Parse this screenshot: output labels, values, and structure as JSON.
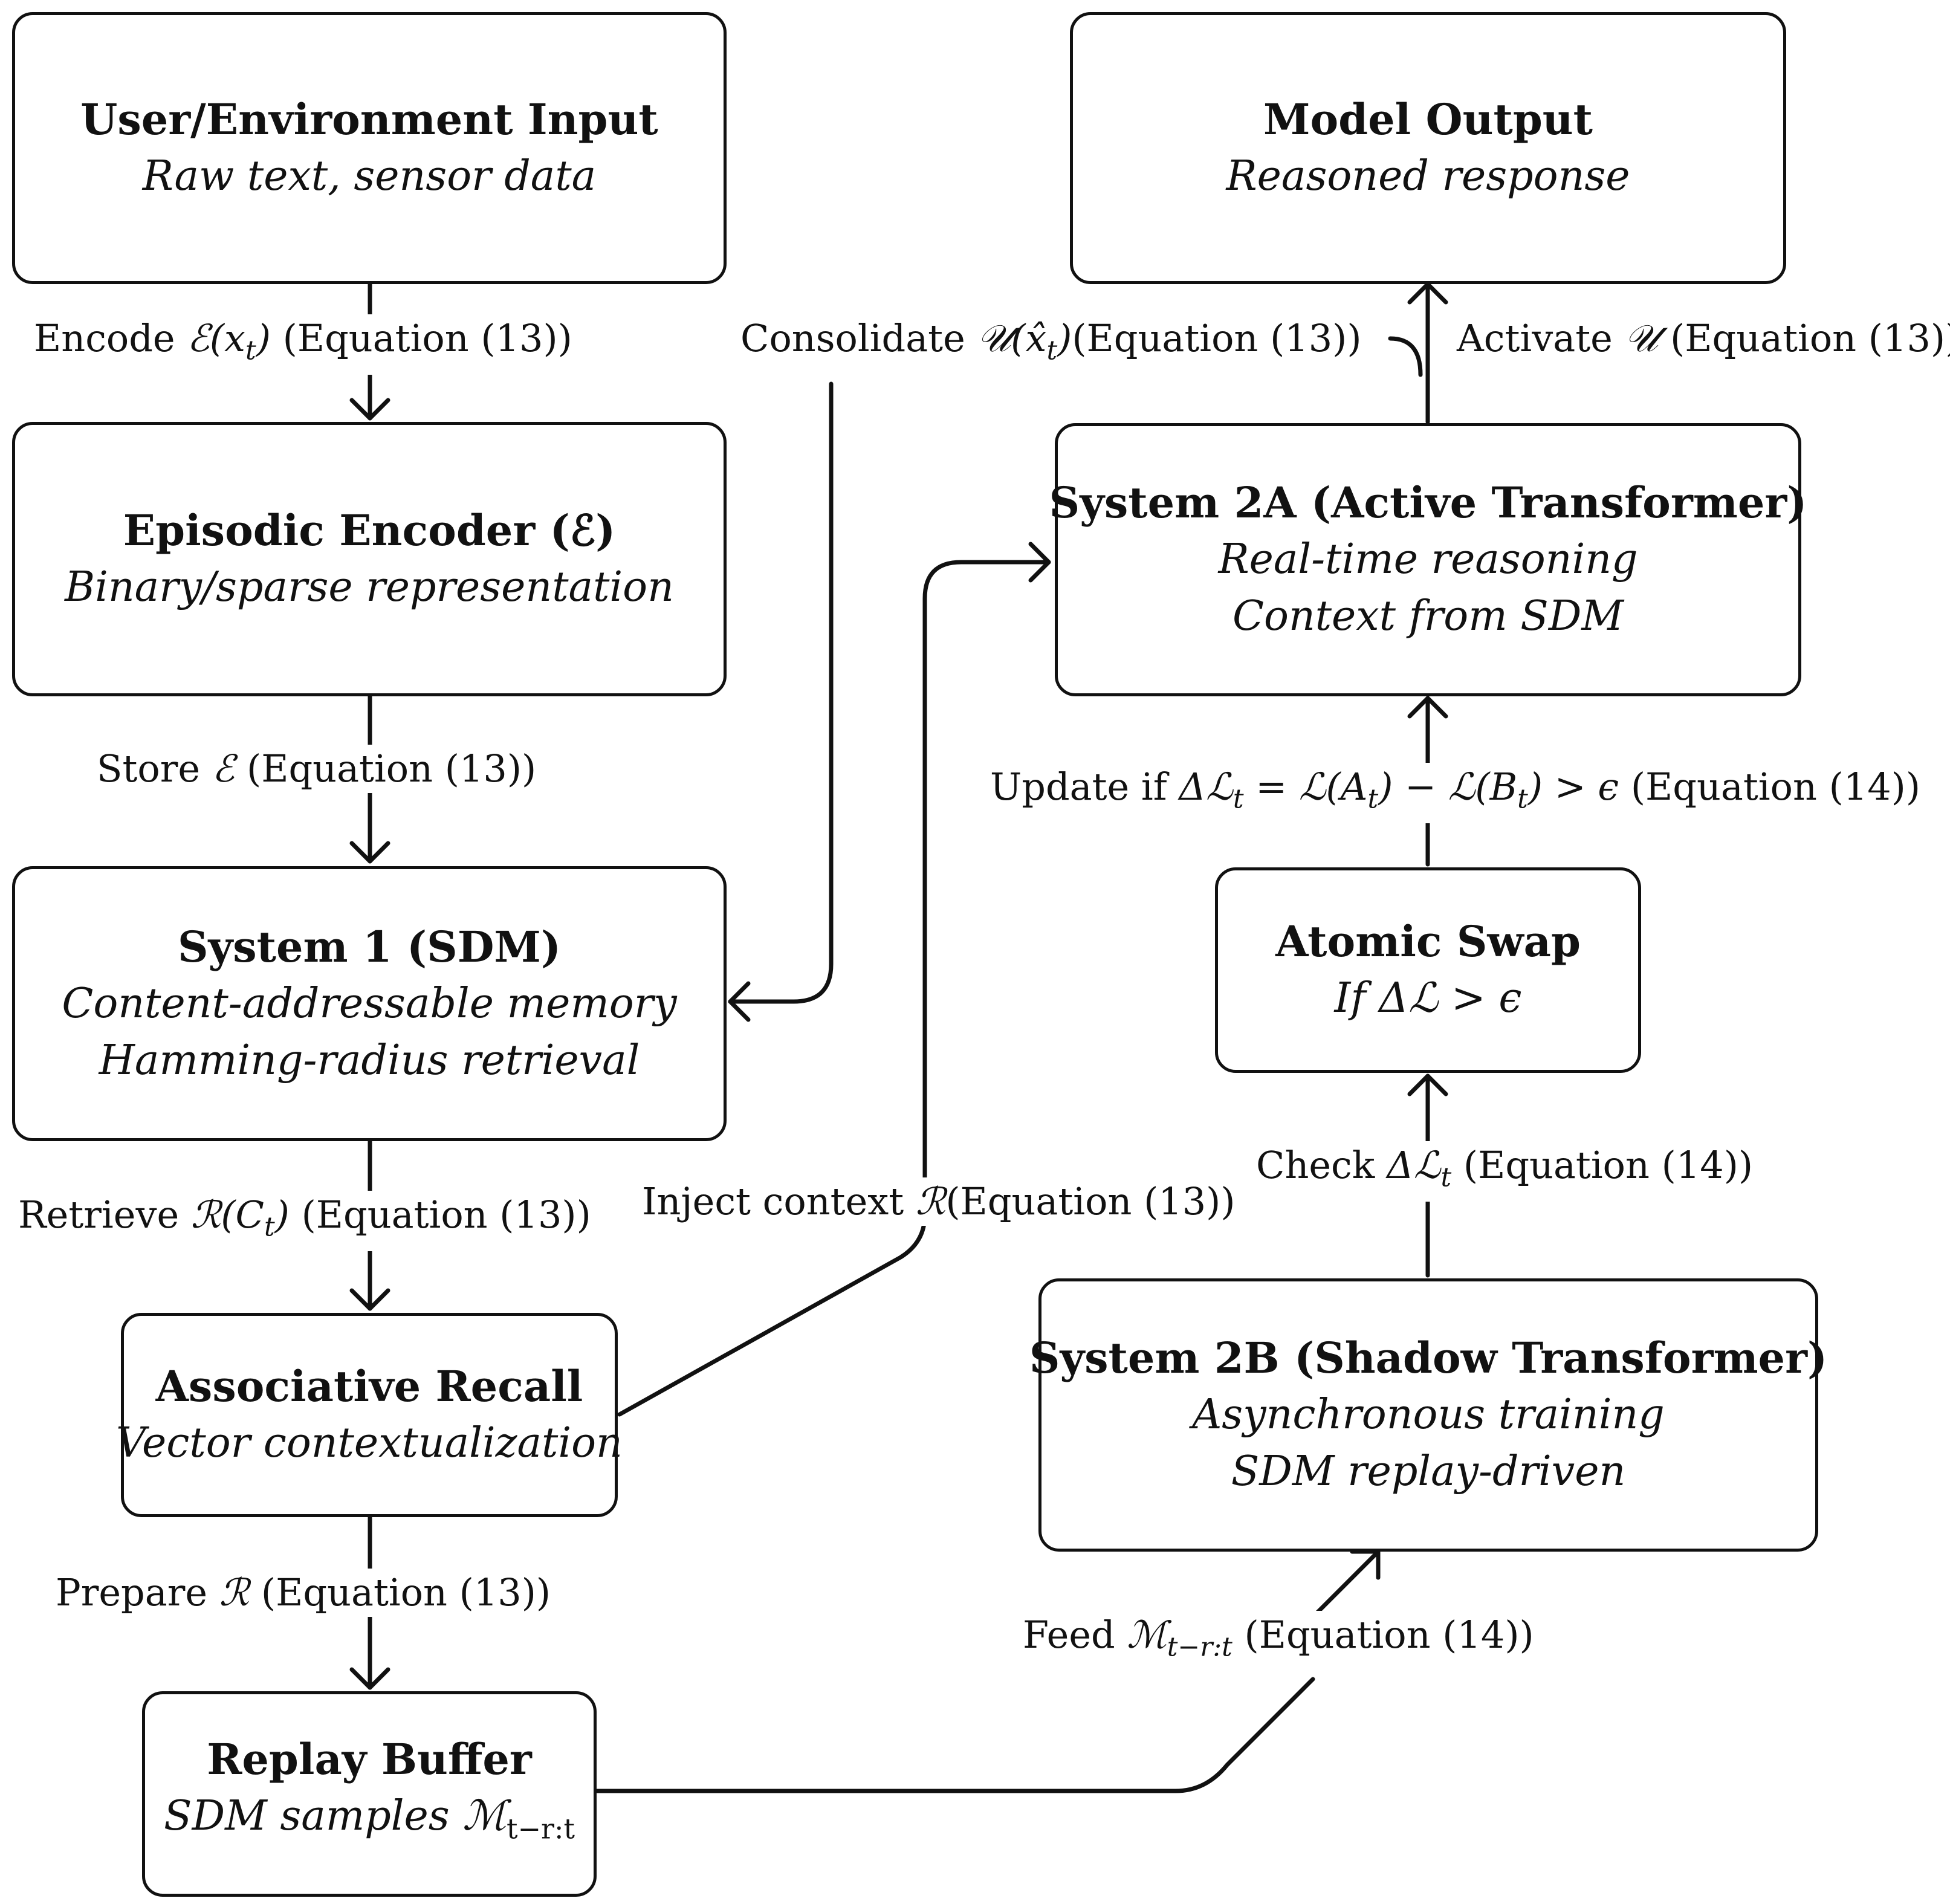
{
  "nodes": {
    "input": {
      "title": "User/Environment Input",
      "sub1": "Raw text, sensor data"
    },
    "encoder": {
      "title": "Episodic Encoder (ℰ)",
      "sub1": "Binary/sparse representation"
    },
    "sdm": {
      "title": "System 1 (SDM)",
      "sub1": "Content-addressable memory",
      "sub2": "Hamming-radius retrieval"
    },
    "recall": {
      "title": "Associative Recall",
      "sub1": "Vector contextualization"
    },
    "replay": {
      "title": "Replay Buffer",
      "sub1": "SDM samples ℳ",
      "sub1_sub": "t−r:t"
    },
    "output": {
      "title": "Model Output",
      "sub1": "Reasoned response"
    },
    "active": {
      "title": "System 2A (Active Transformer)",
      "sub1": "Real-time reasoning",
      "sub2": "Context from SDM"
    },
    "swap": {
      "title": "Atomic Swap",
      "sub1": "If Δℒ > ϵ"
    },
    "shadow": {
      "title": "System 2B (Shadow Transformer)",
      "sub1": "Asynchronous training",
      "sub2": "SDM replay-driven"
    }
  },
  "edges": {
    "encode": {
      "pre": "Encode ",
      "math": "ℰ(x",
      "math_sub": "t",
      "math_end": ")",
      "post": " (Equation (13))"
    },
    "store": {
      "pre": "Store ",
      "math": "ℰ",
      "post": " (Equation (13))"
    },
    "retrieve": {
      "pre": "Retrieve ",
      "math": "ℛ(C",
      "math_sub": "t",
      "math_end": ")",
      "post": " (Equation (13))"
    },
    "prepare": {
      "pre": "Prepare ",
      "math": "ℛ",
      "post": " (Equation (13))"
    },
    "consolidate": {
      "pre": "Consolidate ",
      "math": "𝒰(x̂",
      "math_sub": "t",
      "math_end": ")",
      "post": "(Equation (13))"
    },
    "inject": {
      "pre": "Inject context ",
      "math": "ℛ",
      "post": "(Equation (13))"
    },
    "activate": {
      "pre": "Activate ",
      "math": "𝒰",
      "post": " (Equation (13))"
    },
    "update": {
      "pre": "Update if ",
      "math": "Δℒ",
      "math_sub": "t",
      "math_end": " = ℒ(A",
      "math_sub2": "t",
      "math_end2": ") − ℒ(B",
      "math_sub3": "t",
      "math_end3": ") > ϵ",
      "post": " (Equation (14))"
    },
    "check": {
      "pre": "Check ",
      "math": "Δℒ",
      "math_sub": "t",
      "post": " (Equation (14))"
    },
    "feed": {
      "pre": "Feed ",
      "math": "ℳ",
      "math_sub": "t−r:t",
      "post": " (Equation (14))"
    }
  }
}
